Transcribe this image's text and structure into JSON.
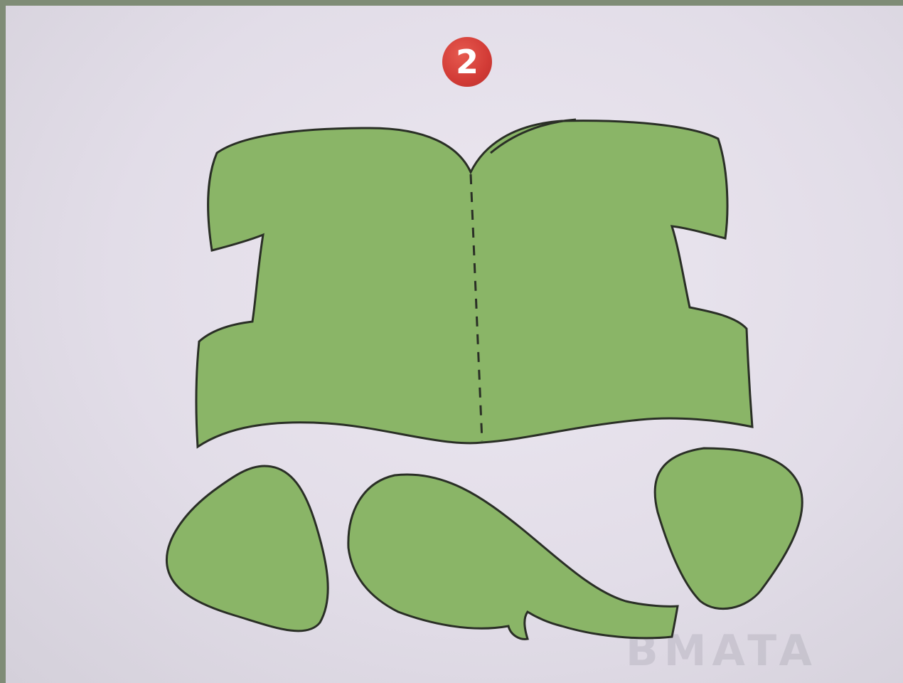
{
  "step_badge": {
    "number": "2",
    "color": "#d23b36"
  },
  "shapes": {
    "fill_color": "#8ab567",
    "outline_color": "#2a2f26",
    "items": [
      {
        "name": "body-piece",
        "fold_line": "dashed"
      },
      {
        "name": "ear-left"
      },
      {
        "name": "head-trunk"
      },
      {
        "name": "ear-right"
      }
    ]
  },
  "show_through_text": "BMATA"
}
